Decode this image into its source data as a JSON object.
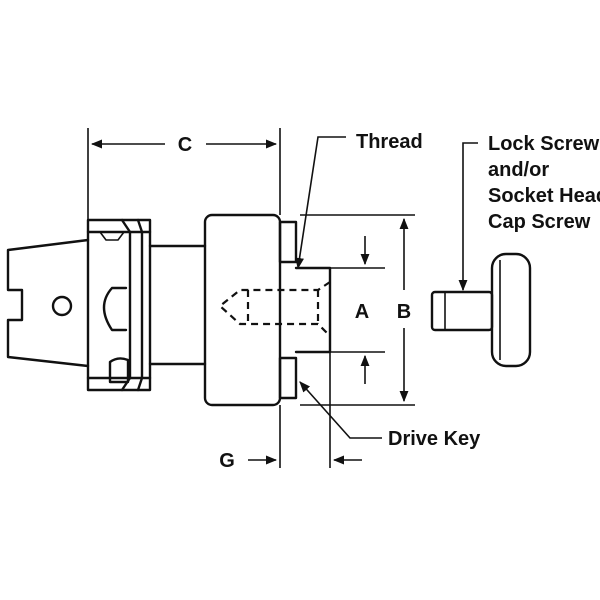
{
  "labels": {
    "c": "C",
    "thread": "Thread",
    "lock_screw_line1": "Lock Screw",
    "lock_screw_line2": "and/or",
    "lock_screw_line3": "Socket Head",
    "lock_screw_line4": "Cap Screw",
    "a": "A",
    "b": "B",
    "g": "G",
    "drive_key": "Drive Key"
  }
}
